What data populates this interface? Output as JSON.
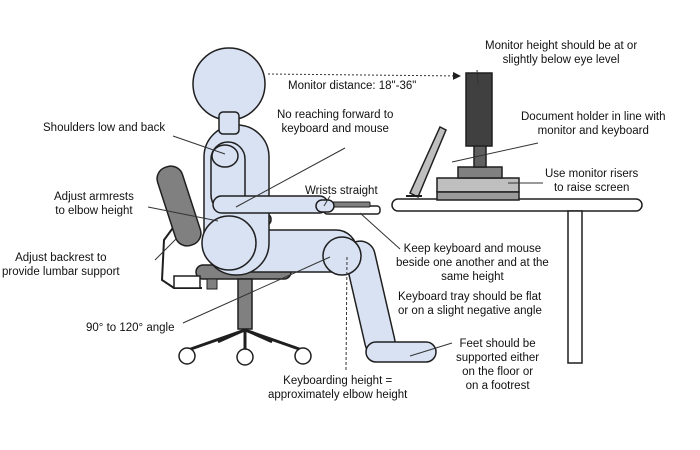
{
  "colors": {
    "body_fill": "#d8e2f3",
    "outline": "#1f1f1f",
    "chair_gray": "#808080",
    "monitor_dark": "#404040",
    "desk_gray": "#bfbfbf",
    "line": "#333333"
  },
  "labels": {
    "monitor_distance": "Monitor distance: 18\"-36\"",
    "monitor_height": [
      "Monitor height should be at or",
      "slightly below eye level"
    ],
    "no_reaching": [
      "No reaching forward to",
      "keyboard and mouse"
    ],
    "shoulders": "Shoulders low and back",
    "document_holder": [
      "Document holder in line with",
      "monitor and keyboard"
    ],
    "armrests": [
      "Adjust armrests",
      "to elbow height"
    ],
    "wrists": "Wrists straight",
    "monitor_risers": [
      "Use monitor risers",
      "to raise screen"
    ],
    "backrest": [
      "Adjust backrest to",
      "provide lumbar support"
    ],
    "keyboard_mouse": [
      "Keep keyboard and mouse",
      "beside one another and at the",
      "same height"
    ],
    "keyboard_tray": [
      "Keyboard tray should be flat",
      "or on a slight negative angle"
    ],
    "angle": "90° to 120° angle",
    "feet": [
      "Feet should be",
      "supported either",
      "on the floor or",
      "on a footrest"
    ],
    "keyboarding_height": [
      "Keyboarding height =",
      "approximately elbow height"
    ]
  }
}
